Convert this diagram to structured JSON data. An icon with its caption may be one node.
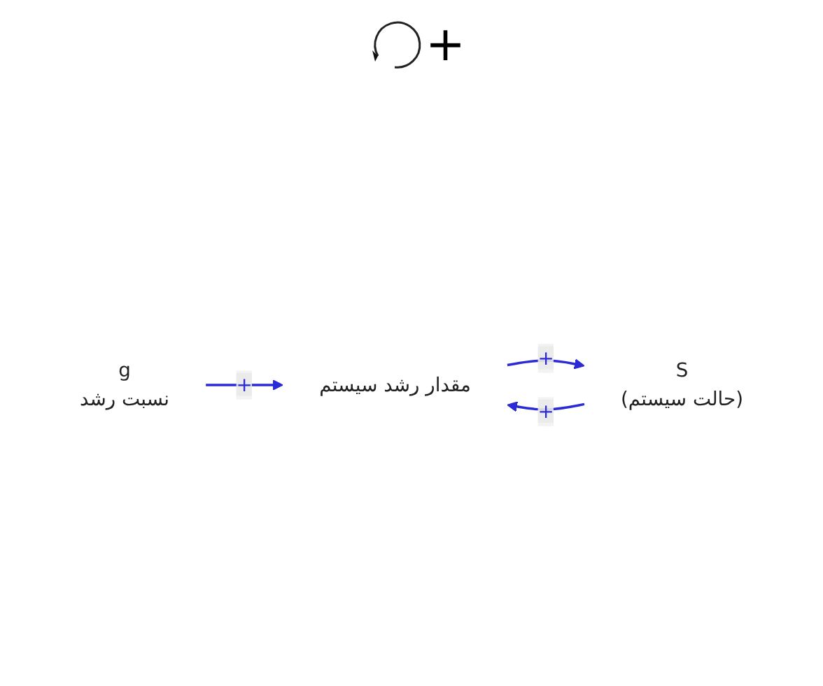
{
  "diagram": {
    "nodes": [
      {
        "text": [
          "مقدار رشد سیستم"
        ]
      },
      {
        "text": [
          "S",
          "(حالت سیستم)"
        ]
      },
      {
        "text": [
          "g",
          "نسبت رشد"
        ]
      }
    ],
    "edges": [
      {
        "from": 0,
        "to": 1,
        "arrow": "to",
        "label": "+"
      },
      {
        "from": 1,
        "to": 0,
        "arrow": "to",
        "label": "+"
      },
      {
        "from": 2,
        "to": 0,
        "arrow": "to",
        "label": "+"
      }
    ],
    "labels": [
      "+"
    ]
  }
}
